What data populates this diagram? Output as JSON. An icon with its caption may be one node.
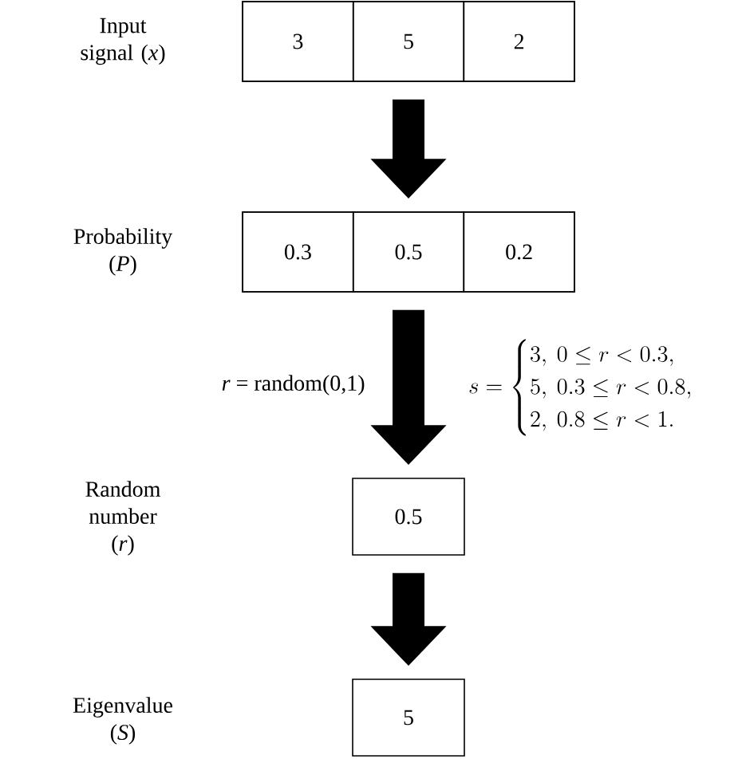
{
  "diagram": {
    "nodes": [
      {
        "text": [
          "Input signal (*x*)"
        ]
      },
      {
        "text": [
          "3"
        ],
        "in": 0
      },
      {
        "text": [
          "5"
        ],
        "in": 0
      },
      {
        "text": [
          "2"
        ],
        "in": 0
      },
      {
        "text": [
          "Probability (*P*)"
        ]
      },
      {
        "text": [
          "0.3"
        ],
        "in": 4
      },
      {
        "text": [
          "0.5"
        ],
        "in": 4
      },
      {
        "text": [
          "0.2"
        ],
        "in": 4
      },
      {
        "text": [
          "0.5"
        ]
      },
      {
        "text": [
          "5"
        ]
      }
    ],
    "edges": [
      {
        "from": 0,
        "to": 4,
        "arrow": "to"
      },
      {
        "from": 4,
        "to": 8,
        "arrow": "to",
        "label": "*r* = random(0,1)"
      },
      {
        "from": 8,
        "to": 9,
        "arrow": "to"
      }
    ],
    "labels": [
      "s = \\begin{cases} 3,\\ 0 \\le r < 0.3, \\\\ 5,\\ 0.3 \\le r < 0.8, \\\\ 2,\\ 0.8 \\le r < 1. \\end{cases}",
      "Random number (*r*)",
      "Eigenvalue (*S*)"
    ]
  }
}
